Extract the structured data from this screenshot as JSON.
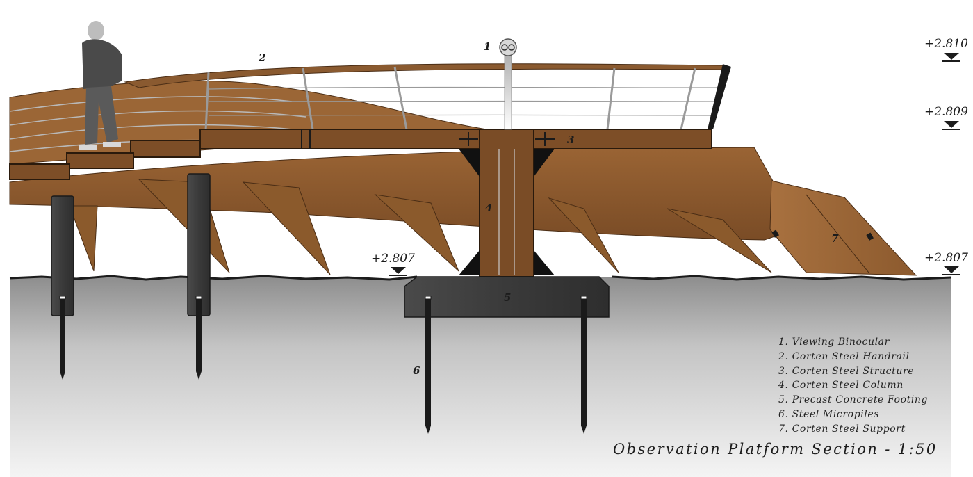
{
  "callouts": {
    "c1": "1",
    "c2": "2",
    "c3": "3",
    "c4": "4",
    "c5": "5",
    "c6": "6",
    "c7": "7"
  },
  "levels": {
    "top": "+2.810",
    "deck": "+2.809",
    "ground_left": "+2.807",
    "ground_right": "+2.807"
  },
  "legend": {
    "items": [
      "1. Viewing Binocular",
      "2. Corten Steel Handrail",
      "3. Corten Steel Structure",
      "4. Corten Steel Column",
      "5. Precast Concrete Footing",
      "6. Steel Micropiles",
      "7. Corten Steel Support"
    ]
  },
  "title": "Observation Platform Section - 1:50",
  "colors": {
    "corten": "#8a5a30",
    "corten_dark": "#5e3a1c",
    "concrete": "#3e3e3e",
    "ground": "#d9d9d9",
    "ink": "#1c1c1c"
  }
}
